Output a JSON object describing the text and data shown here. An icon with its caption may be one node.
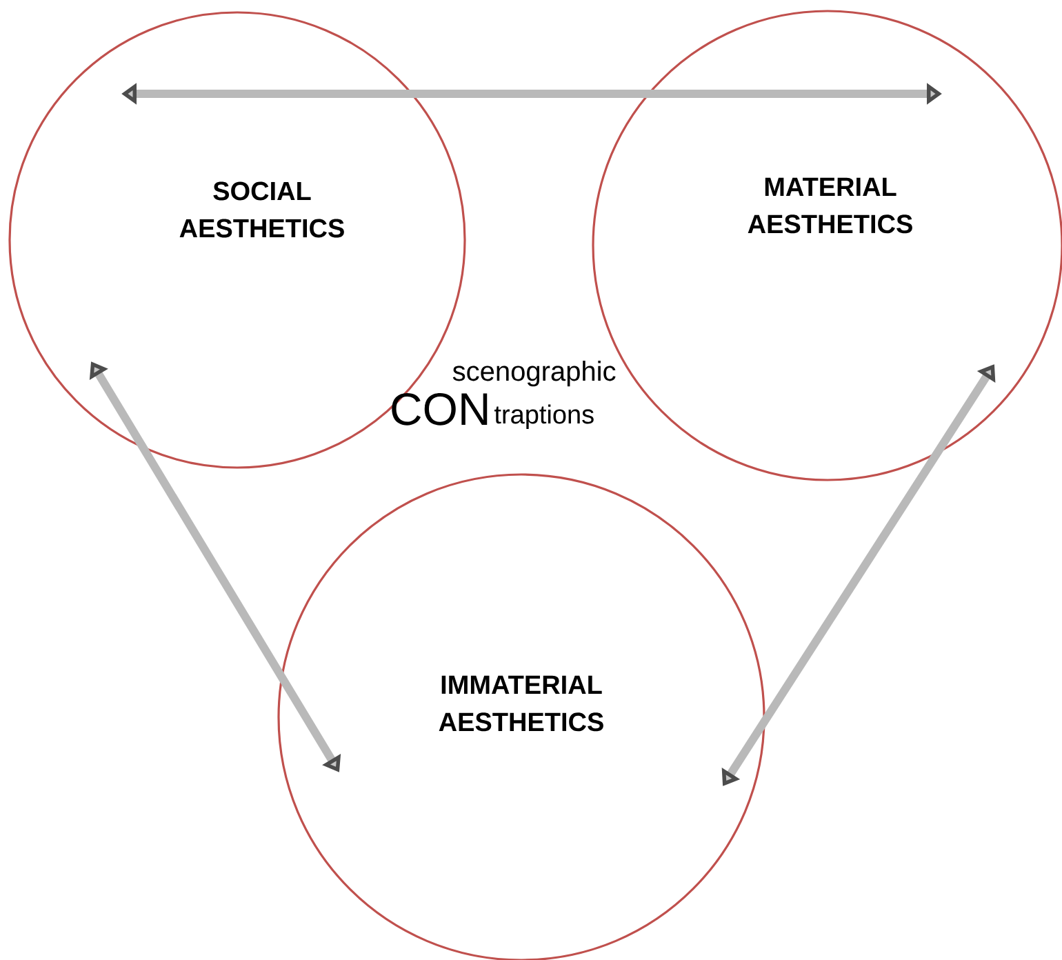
{
  "diagram": {
    "nodes": [
      {
        "text": [
          "SOCIAL AESTHETICS"
        ]
      },
      {
        "text": [
          "MATERIAL AESTHETICS"
        ]
      },
      {
        "text": [
          "IMMATERIAL AESTHETICS"
        ]
      }
    ],
    "edges": [
      {
        "from": 0,
        "to": 1,
        "arrow": "both"
      },
      {
        "from": 0,
        "to": 2,
        "arrow": "both"
      },
      {
        "from": 1,
        "to": 2,
        "arrow": "both"
      }
    ],
    "labels": [
      "scenographic",
      "CON",
      "traptions"
    ]
  }
}
